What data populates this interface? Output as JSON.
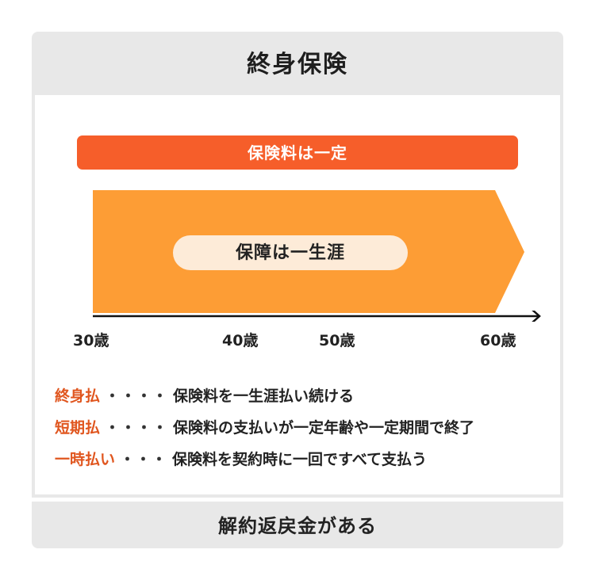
{
  "header": {
    "title": "終身保険"
  },
  "diagram": {
    "premium_bar_label": "保険料は一定",
    "coverage_label": "保障は一生涯",
    "colors": {
      "premium_bar": "#f65e2a",
      "coverage": "#fd9d35",
      "pill": "#fdebd8",
      "key_text": "#e0561f",
      "panel": "#e8e8e8"
    },
    "ticks": [
      "30歳",
      "40歳",
      "50歳",
      "60歳"
    ]
  },
  "legend": [
    {
      "key": "終身払",
      "dots": "・・・・",
      "desc": "保険料を一生涯払い続ける"
    },
    {
      "key": "短期払",
      "dots": "・・・・",
      "desc": "保険料の支払いが一定年齢や一定期間で終了"
    },
    {
      "key": "一時払い",
      "dots": "・・・",
      "desc": "保険料を契約時に一回ですべて支払う"
    }
  ],
  "footer": {
    "label": "解約返戻金がある"
  }
}
